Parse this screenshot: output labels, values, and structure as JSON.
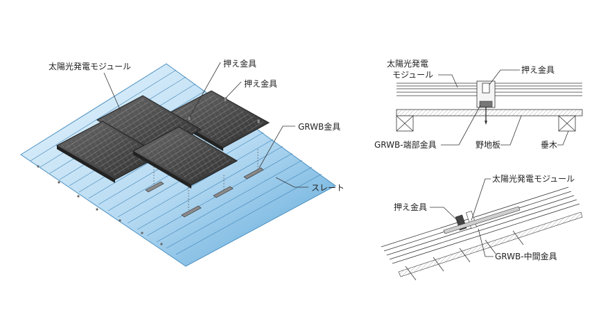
{
  "iso_labels": {
    "module": "太陽光発電モジュール",
    "clamp_1": "押え金具",
    "clamp_2": "押え金具",
    "grwb": "GRWB金具",
    "slate": "スレート"
  },
  "section_labels": {
    "module_line1": "太陽光発電",
    "module_line2": "モジュール",
    "clamp": "押え金具",
    "end_fitting": "GRWB-端部金具",
    "sheathing": "野地板",
    "rafter": "垂木"
  },
  "detail_labels": {
    "module": "太陽光発電モジュール",
    "clamp": "押え金具",
    "middle_fitting": "GRWB-中間金具"
  },
  "colors": {
    "slate_light": "#dff0fb",
    "slate_dark": "#6fb3df",
    "panel": "#3d3d3d",
    "line": "#333333"
  }
}
